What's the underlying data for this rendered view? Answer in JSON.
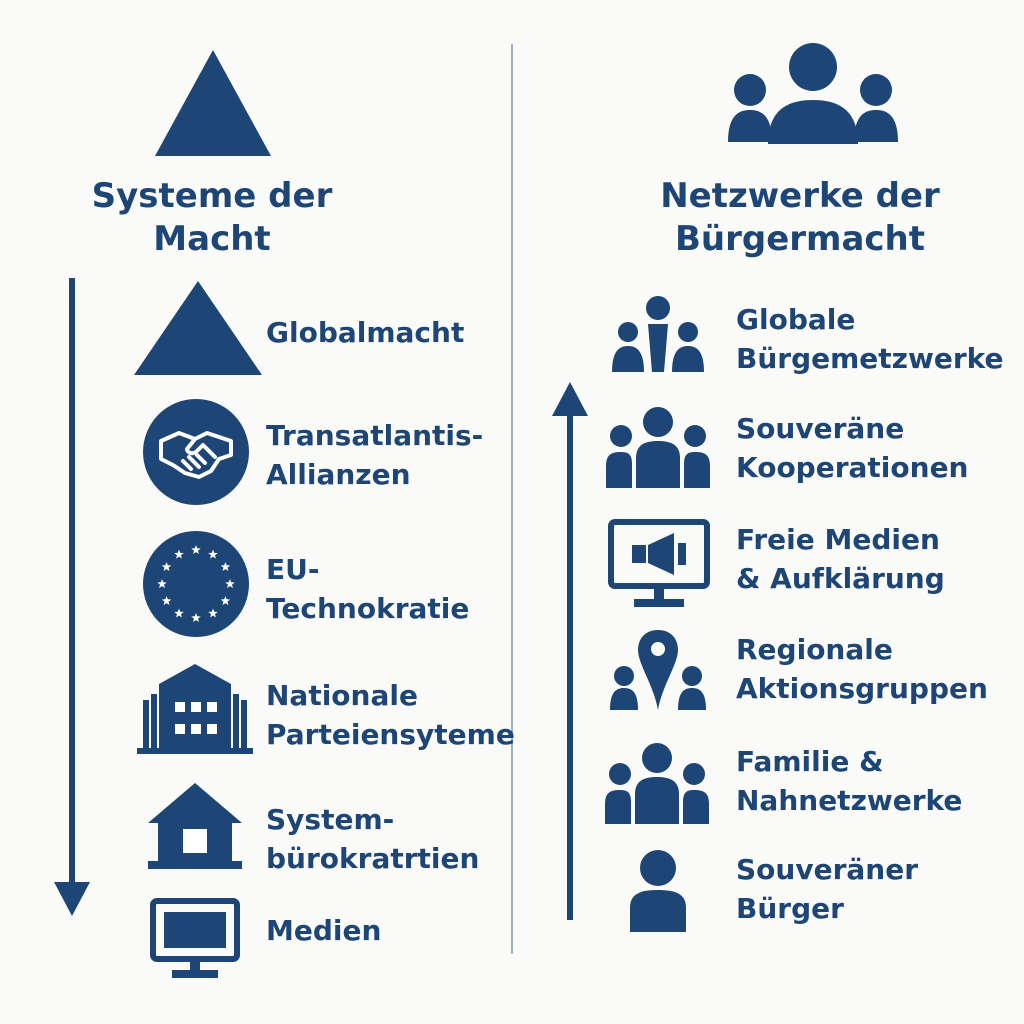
{
  "colors": {
    "primary": "#1d4575",
    "background": "#fafaf8",
    "divider": "#9fb0c6"
  },
  "left": {
    "title_line1": "Systeme der",
    "title_line2": "Macht",
    "header_icon": "triangle-icon",
    "arrow_direction": "down",
    "items": [
      {
        "line1": "Globalmacht",
        "line2": "",
        "icon": "triangle-icon"
      },
      {
        "line1": "Transatlantis-",
        "line2": "Allianzen",
        "icon": "handshake-icon"
      },
      {
        "line1": "EU-",
        "line2": "Technokratie",
        "icon": "eu-stars-icon"
      },
      {
        "line1": "Nationale",
        "line2": "Parteiensyteme",
        "icon": "government-building-icon"
      },
      {
        "line1": "System-",
        "line2": "bürokratrtien",
        "icon": "house-icon"
      },
      {
        "line1": "Medien",
        "line2": "",
        "icon": "monitor-icon"
      }
    ]
  },
  "right": {
    "title_line1": "Netzwerke der",
    "title_line2": "Bürgermacht",
    "header_icon": "people-group-icon",
    "arrow_direction": "up",
    "items": [
      {
        "line1": "Globale",
        "line2": "Bürgemetzwerke",
        "icon": "people-network-icon"
      },
      {
        "line1": "Souveräne",
        "line2": "Kooperationen",
        "icon": "people-group-icon"
      },
      {
        "line1": "Freie Medien",
        "line2": "& Aufklärung",
        "icon": "monitor-megaphone-icon"
      },
      {
        "line1": "Regionale",
        "line2": "Aktionsgruppen",
        "icon": "location-people-icon"
      },
      {
        "line1": "Familie &",
        "line2": "Nahnetzwerke",
        "icon": "family-icon"
      },
      {
        "line1": "Souveräner",
        "line2": "Bürger",
        "icon": "person-icon"
      }
    ]
  }
}
